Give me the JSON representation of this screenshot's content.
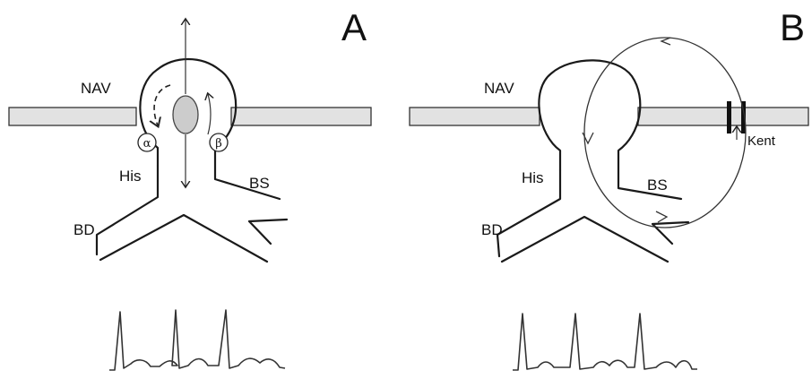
{
  "panels": {
    "a": {
      "letter": "A",
      "labels": {
        "nav": "NAV",
        "his": "His",
        "bs": "BS",
        "bd": "BD"
      },
      "pathways": {
        "alpha": "α",
        "beta": "β"
      }
    },
    "b": {
      "letter": "B",
      "labels": {
        "nav": "NAV",
        "his": "His",
        "bs": "BS",
        "bd": "BD",
        "kent": "Kent"
      }
    }
  },
  "colors": {
    "ink": "#1a1a1a",
    "bar_fill": "#e2e2e2",
    "ellipse_fill": "#cccccc"
  }
}
